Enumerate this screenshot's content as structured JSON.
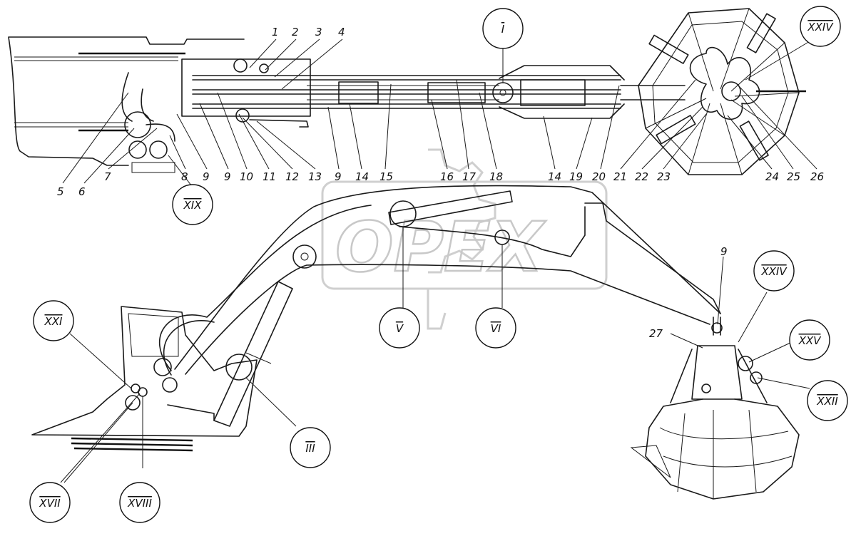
{
  "watermark": {
    "text": "ОРЕХ",
    "color": "#c8c8c8"
  },
  "colors": {
    "line": "#1a1a1a",
    "background": "#ffffff"
  },
  "top_view_labels": [
    {
      "id": "1",
      "text": "1"
    },
    {
      "id": "2",
      "text": "2"
    },
    {
      "id": "3",
      "text": "3"
    },
    {
      "id": "4",
      "text": "4"
    },
    {
      "id": "5",
      "text": "5"
    },
    {
      "id": "6",
      "text": "6"
    },
    {
      "id": "7",
      "text": "7"
    },
    {
      "id": "8",
      "text": "8"
    },
    {
      "id": "9a",
      "text": "9"
    },
    {
      "id": "9b",
      "text": "9"
    },
    {
      "id": "10",
      "text": "10"
    },
    {
      "id": "11",
      "text": "11"
    },
    {
      "id": "12",
      "text": "12"
    },
    {
      "id": "13",
      "text": "13"
    },
    {
      "id": "9c",
      "text": "9"
    },
    {
      "id": "14a",
      "text": "14"
    },
    {
      "id": "15",
      "text": "15"
    },
    {
      "id": "16",
      "text": "16"
    },
    {
      "id": "17",
      "text": "17"
    },
    {
      "id": "18",
      "text": "18"
    },
    {
      "id": "14b",
      "text": "14"
    },
    {
      "id": "19",
      "text": "19"
    },
    {
      "id": "20",
      "text": "20"
    },
    {
      "id": "21",
      "text": "21"
    },
    {
      "id": "22",
      "text": "22"
    },
    {
      "id": "23",
      "text": "23"
    },
    {
      "id": "24",
      "text": "24"
    },
    {
      "id": "25",
      "text": "25"
    },
    {
      "id": "26",
      "text": "26"
    }
  ],
  "side_view_labels": [
    {
      "id": "9d",
      "text": "9"
    },
    {
      "id": "27",
      "text": "27"
    }
  ],
  "callouts": [
    {
      "id": "I",
      "text": "I"
    },
    {
      "id": "XXIV_top",
      "text": "XXIV"
    },
    {
      "id": "XIX",
      "text": "XIX"
    },
    {
      "id": "V",
      "text": "V"
    },
    {
      "id": "VI",
      "text": "VI"
    },
    {
      "id": "XXI",
      "text": "XXI"
    },
    {
      "id": "III",
      "text": "III"
    },
    {
      "id": "XVII",
      "text": "XVII"
    },
    {
      "id": "XVIII",
      "text": "XVIII"
    },
    {
      "id": "XXIV_side",
      "text": "XXIV"
    },
    {
      "id": "XXV",
      "text": "XXV"
    },
    {
      "id": "XXII",
      "text": "XXII"
    }
  ]
}
